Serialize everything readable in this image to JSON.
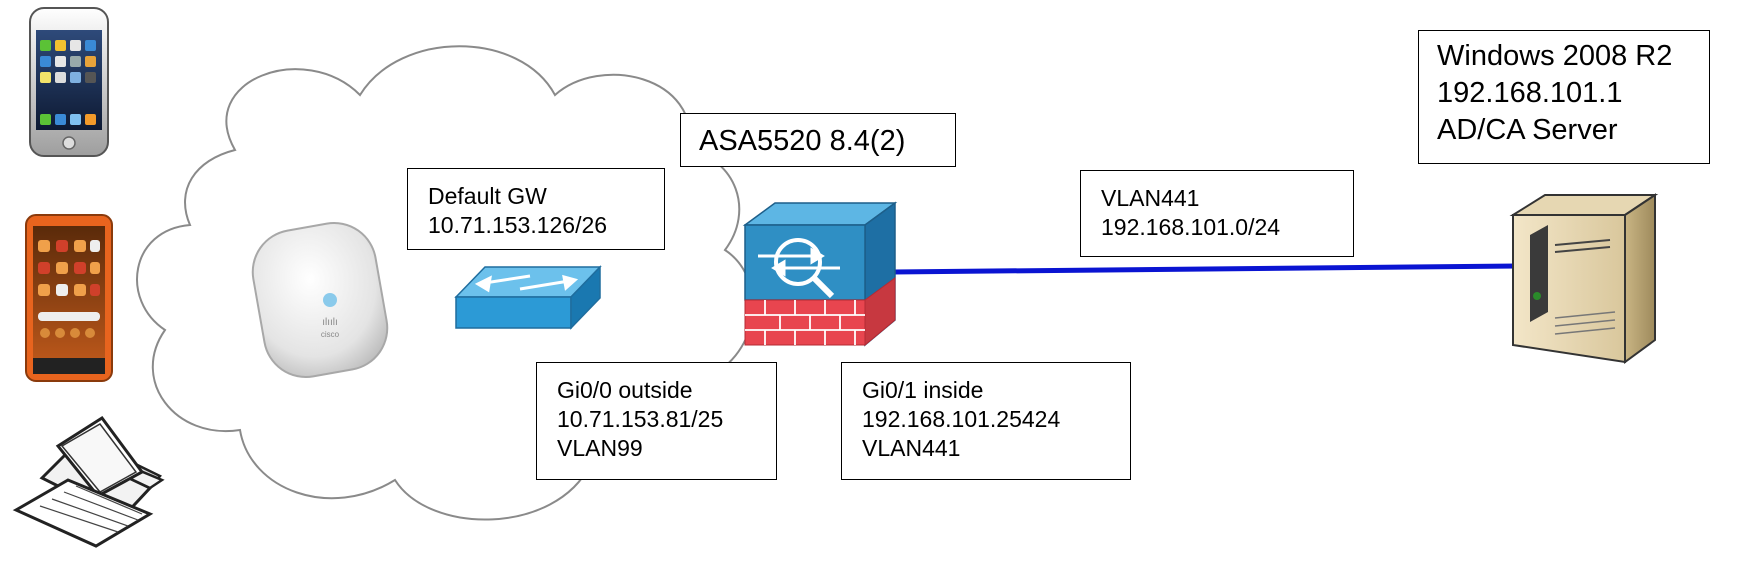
{
  "diagram": {
    "asa_title": "ASA5520 8.4(2)",
    "default_gw": {
      "line1": "Default GW",
      "line2": "10.71.153.126/26"
    },
    "vlan441_box": {
      "line1": "VLAN441",
      "line2": "192.168.101.0/24"
    },
    "outside_if": {
      "line1": "Gi0/0 outside",
      "line2": "10.71.153.81/25",
      "line3": "VLAN99"
    },
    "inside_if": {
      "line1": "Gi0/1 inside",
      "line2": "192.168.101.25424",
      "line3": "VLAN441"
    },
    "server": {
      "line1": "Windows 2008 R2",
      "line2": "192.168.101.1",
      "line3": "AD/CA Server"
    }
  },
  "colors": {
    "link": "#0a14d2",
    "asa_blue": "#2f8fc4",
    "brick": "#e8454f",
    "switch_blue": "#2c9ad6",
    "cloud_stroke": "#8a8a8a"
  },
  "icons": [
    "smartphone-icon",
    "android-phone-icon",
    "laptop-icon",
    "access-point-icon",
    "switch-icon",
    "firewall-icon",
    "server-icon",
    "cloud-shape"
  ]
}
